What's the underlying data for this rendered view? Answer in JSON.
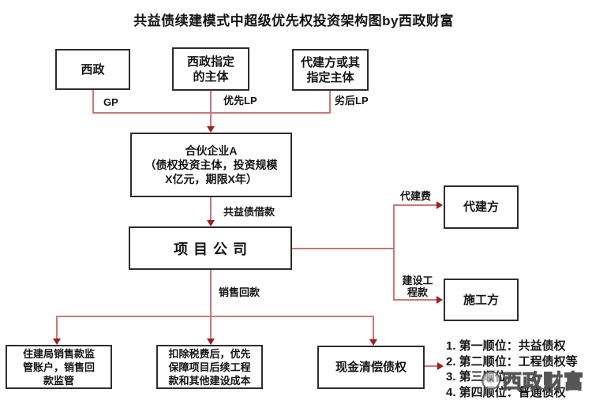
{
  "title": "共益债续建模式中超级优先权投资架构图by西政财富",
  "colors": {
    "line": "#c87878",
    "arrow": "#9e1f1f",
    "box_border": "#2d2d2d",
    "text": "#141414"
  },
  "nodes": {
    "xizheng": {
      "label": "西政"
    },
    "designated_entity": {
      "lines": [
        "西政指定",
        "的主体"
      ]
    },
    "agent_or_designee": {
      "lines": [
        "代建方或其",
        "指定主体"
      ]
    },
    "partnership": {
      "lines": [
        "合伙企业A",
        "（债权投资主体，投资规模",
        "X亿元，期限X年）"
      ]
    },
    "project_company": {
      "label": "项目公司"
    },
    "agent_builder": {
      "label": "代建方"
    },
    "contractor": {
      "label": "施工方"
    },
    "regulatory_account": {
      "lines": [
        "住建局销售款监",
        "管账户，销售回",
        "款监管"
      ]
    },
    "tax_priority": {
      "lines": [
        "扣除税费后，优先",
        "保障项目后续工程",
        "款和其他建设成本"
      ]
    },
    "cash_settlement": {
      "label": "现金清偿债权"
    }
  },
  "edge_labels": {
    "gp": "GP",
    "senior_lp": "优先LP",
    "junior_lp": "劣后LP",
    "common_benefit_loan": "共益债借款",
    "sales_proceeds": "销售回款",
    "agent_fee": "代建费",
    "construction_payment": [
      "建设工",
      "程款"
    ]
  },
  "priority_list": {
    "items": [
      "1. 第一顺位：共益债权",
      "2. 第二顺位：工程债权等",
      "3. 第三顺位：",
      "4. 第四顺位：普通债权"
    ]
  },
  "watermark": {
    "text": "西政财富",
    "logo": "sparkle-icon",
    "logo_glyph": "✳"
  }
}
